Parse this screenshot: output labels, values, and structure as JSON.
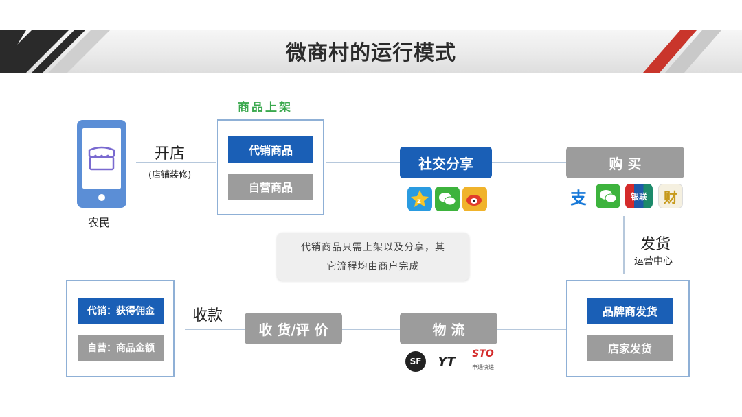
{
  "title": "微商村的运行模式",
  "top_label": "商品上架",
  "farmer": {
    "label": "农民"
  },
  "open_shop": {
    "label": "开店",
    "sub": "(店铺装修)"
  },
  "listing": {
    "consign": "代销商品",
    "self": "自营商品"
  },
  "social_share": {
    "label": "社交分享"
  },
  "buy": {
    "label": "购 买"
  },
  "ship": {
    "label": "发货",
    "sub": "运营中心"
  },
  "note": {
    "line1": "代销商品只需上架以及分享，其",
    "line2": "它流程均由商户完成"
  },
  "income": {
    "consign": "代销：获得佣金",
    "self": "自营：商品金额"
  },
  "collect": {
    "label": "收款"
  },
  "receive": {
    "label": "收 货/评 价"
  },
  "logistics": {
    "label": "物 流"
  },
  "shipper": {
    "brand": "品牌商发货",
    "store": "店家发货"
  },
  "share_icons": {
    "qzone": "Qzone",
    "wechat": "WeChat",
    "weibo": "Weibo"
  },
  "pay_icons": {
    "alipay": "支",
    "wechat": "WeChat",
    "unionpay": "银联",
    "tenpay": "财"
  },
  "courier_icons": {
    "sf": "SF",
    "yto": "YT",
    "sto": "STO",
    "sto_sub": "申通快递"
  },
  "colors": {
    "blue": "#1a5fb6",
    "gray": "#9c9c9c",
    "green": "#3aa84e",
    "frame": "#8fb0d6",
    "line": "#b6c8dc"
  }
}
